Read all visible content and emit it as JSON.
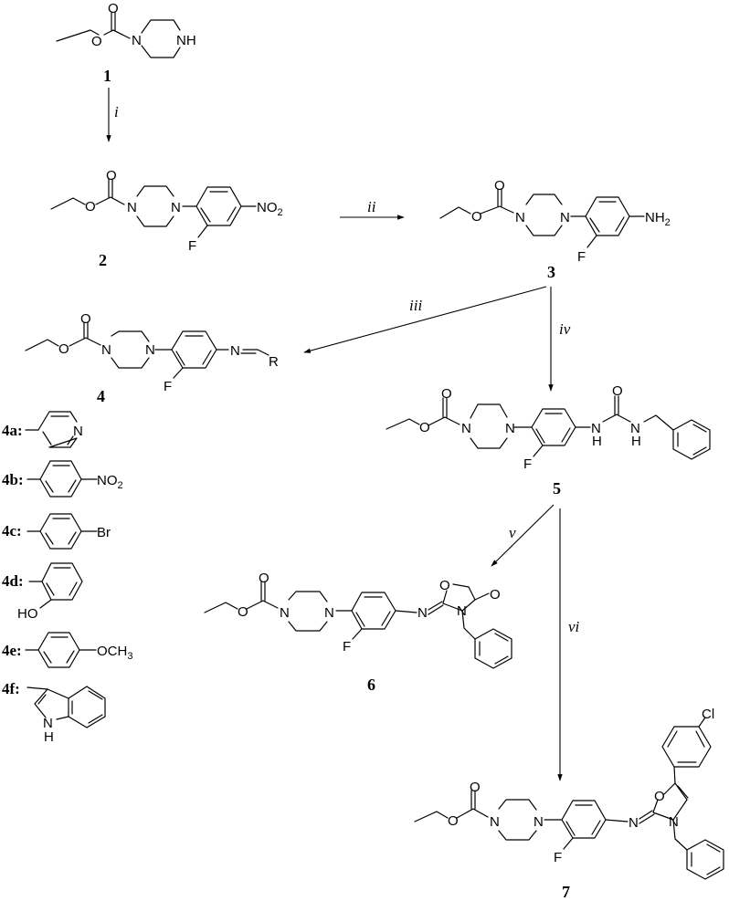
{
  "scheme": {
    "compounds": [
      {
        "id": "1",
        "label": "1",
        "name": "ethyl piperazine-1-carboxylate",
        "atoms": [
          "O",
          "O",
          "N",
          "NH"
        ]
      },
      {
        "id": "2",
        "label": "2",
        "atoms": [
          "O",
          "O",
          "N",
          "N",
          "F",
          "NO2"
        ]
      },
      {
        "id": "3",
        "label": "3",
        "atoms": [
          "O",
          "O",
          "N",
          "N",
          "F",
          "NH2"
        ]
      },
      {
        "id": "4",
        "label": "4",
        "atoms": [
          "O",
          "O",
          "N",
          "N",
          "F",
          "N",
          "R"
        ]
      },
      {
        "id": "5",
        "label": "5",
        "atoms": [
          "O",
          "O",
          "N",
          "N",
          "F",
          "N",
          "H",
          "O",
          "N",
          "H"
        ]
      },
      {
        "id": "6",
        "label": "6",
        "atoms": [
          "O",
          "O",
          "N",
          "N",
          "F",
          "N",
          "O",
          "O",
          "N"
        ]
      },
      {
        "id": "7",
        "label": "7",
        "atoms": [
          "O",
          "O",
          "N",
          "N",
          "F",
          "N",
          "O",
          "N",
          "Cl"
        ]
      }
    ],
    "reagents": [
      {
        "id": "i",
        "label": "i",
        "from": "1",
        "to": "2"
      },
      {
        "id": "ii",
        "label": "ii",
        "from": "2",
        "to": "3"
      },
      {
        "id": "iii",
        "label": "iii",
        "from": "3",
        "to": "4"
      },
      {
        "id": "iv",
        "label": "iv",
        "from": "3",
        "to": "5"
      },
      {
        "id": "v",
        "label": "v",
        "from": "5",
        "to": "6"
      },
      {
        "id": "vi",
        "label": "vi",
        "from": "5",
        "to": "7"
      }
    ],
    "r_groups": [
      {
        "label": "4a:",
        "substituent": "4-pyridyl",
        "atom": "N"
      },
      {
        "label": "4b:",
        "substituent": "4-nitrophenyl",
        "atom": "NO2"
      },
      {
        "label": "4c:",
        "substituent": "4-bromophenyl",
        "atom": "Br"
      },
      {
        "label": "4d:",
        "substituent": "2-hydroxyphenyl",
        "atom": "HO"
      },
      {
        "label": "4e:",
        "substituent": "4-methoxyphenyl",
        "atom": "OCH3"
      },
      {
        "label": "4f:",
        "substituent": "indol-3-yl",
        "atom": "NH"
      }
    ]
  },
  "text": {
    "O": "O",
    "N": "N",
    "NH": "NH",
    "N2": "N",
    "H": "H",
    "F": "F",
    "R": "R",
    "NO": "NO",
    "two": "2",
    "three": "3",
    "Br": "Br",
    "HO": "HO",
    "OCH": "OCH",
    "Cl": "Cl"
  }
}
